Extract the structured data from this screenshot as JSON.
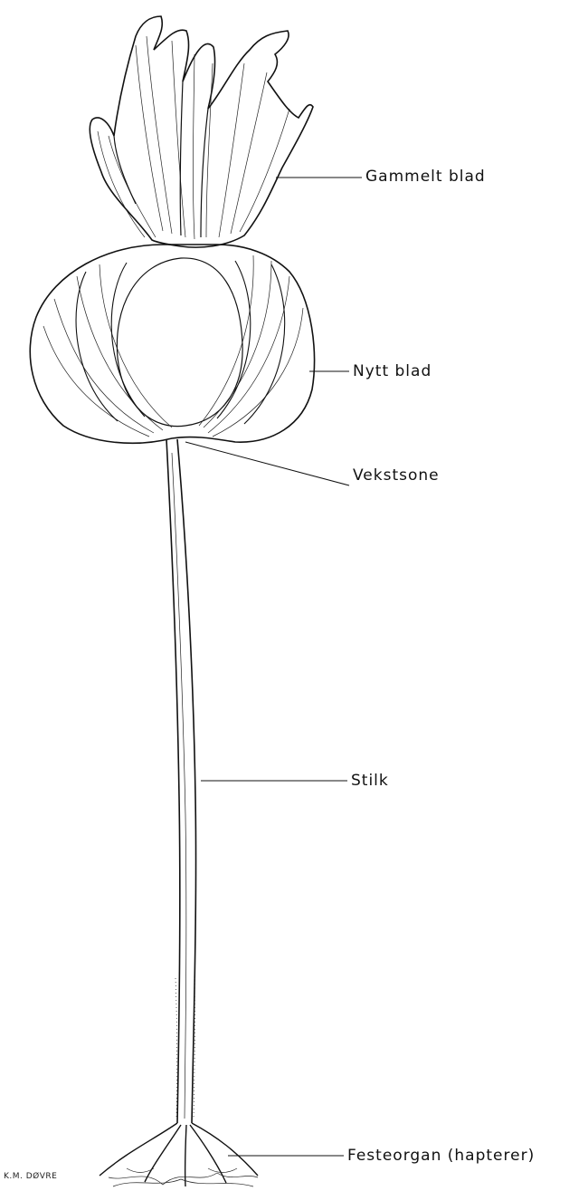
{
  "labels": {
    "old_blade": "Gammelt blad",
    "new_blade": "Nytt blad",
    "growth_zone": "Vekstsone",
    "stipe": "Stilk",
    "holdfast": "Festeorgan (hapterer)"
  },
  "signature": "K.M. DØVRE",
  "colors": {
    "ink": "#111111",
    "paper": "#ffffff"
  }
}
